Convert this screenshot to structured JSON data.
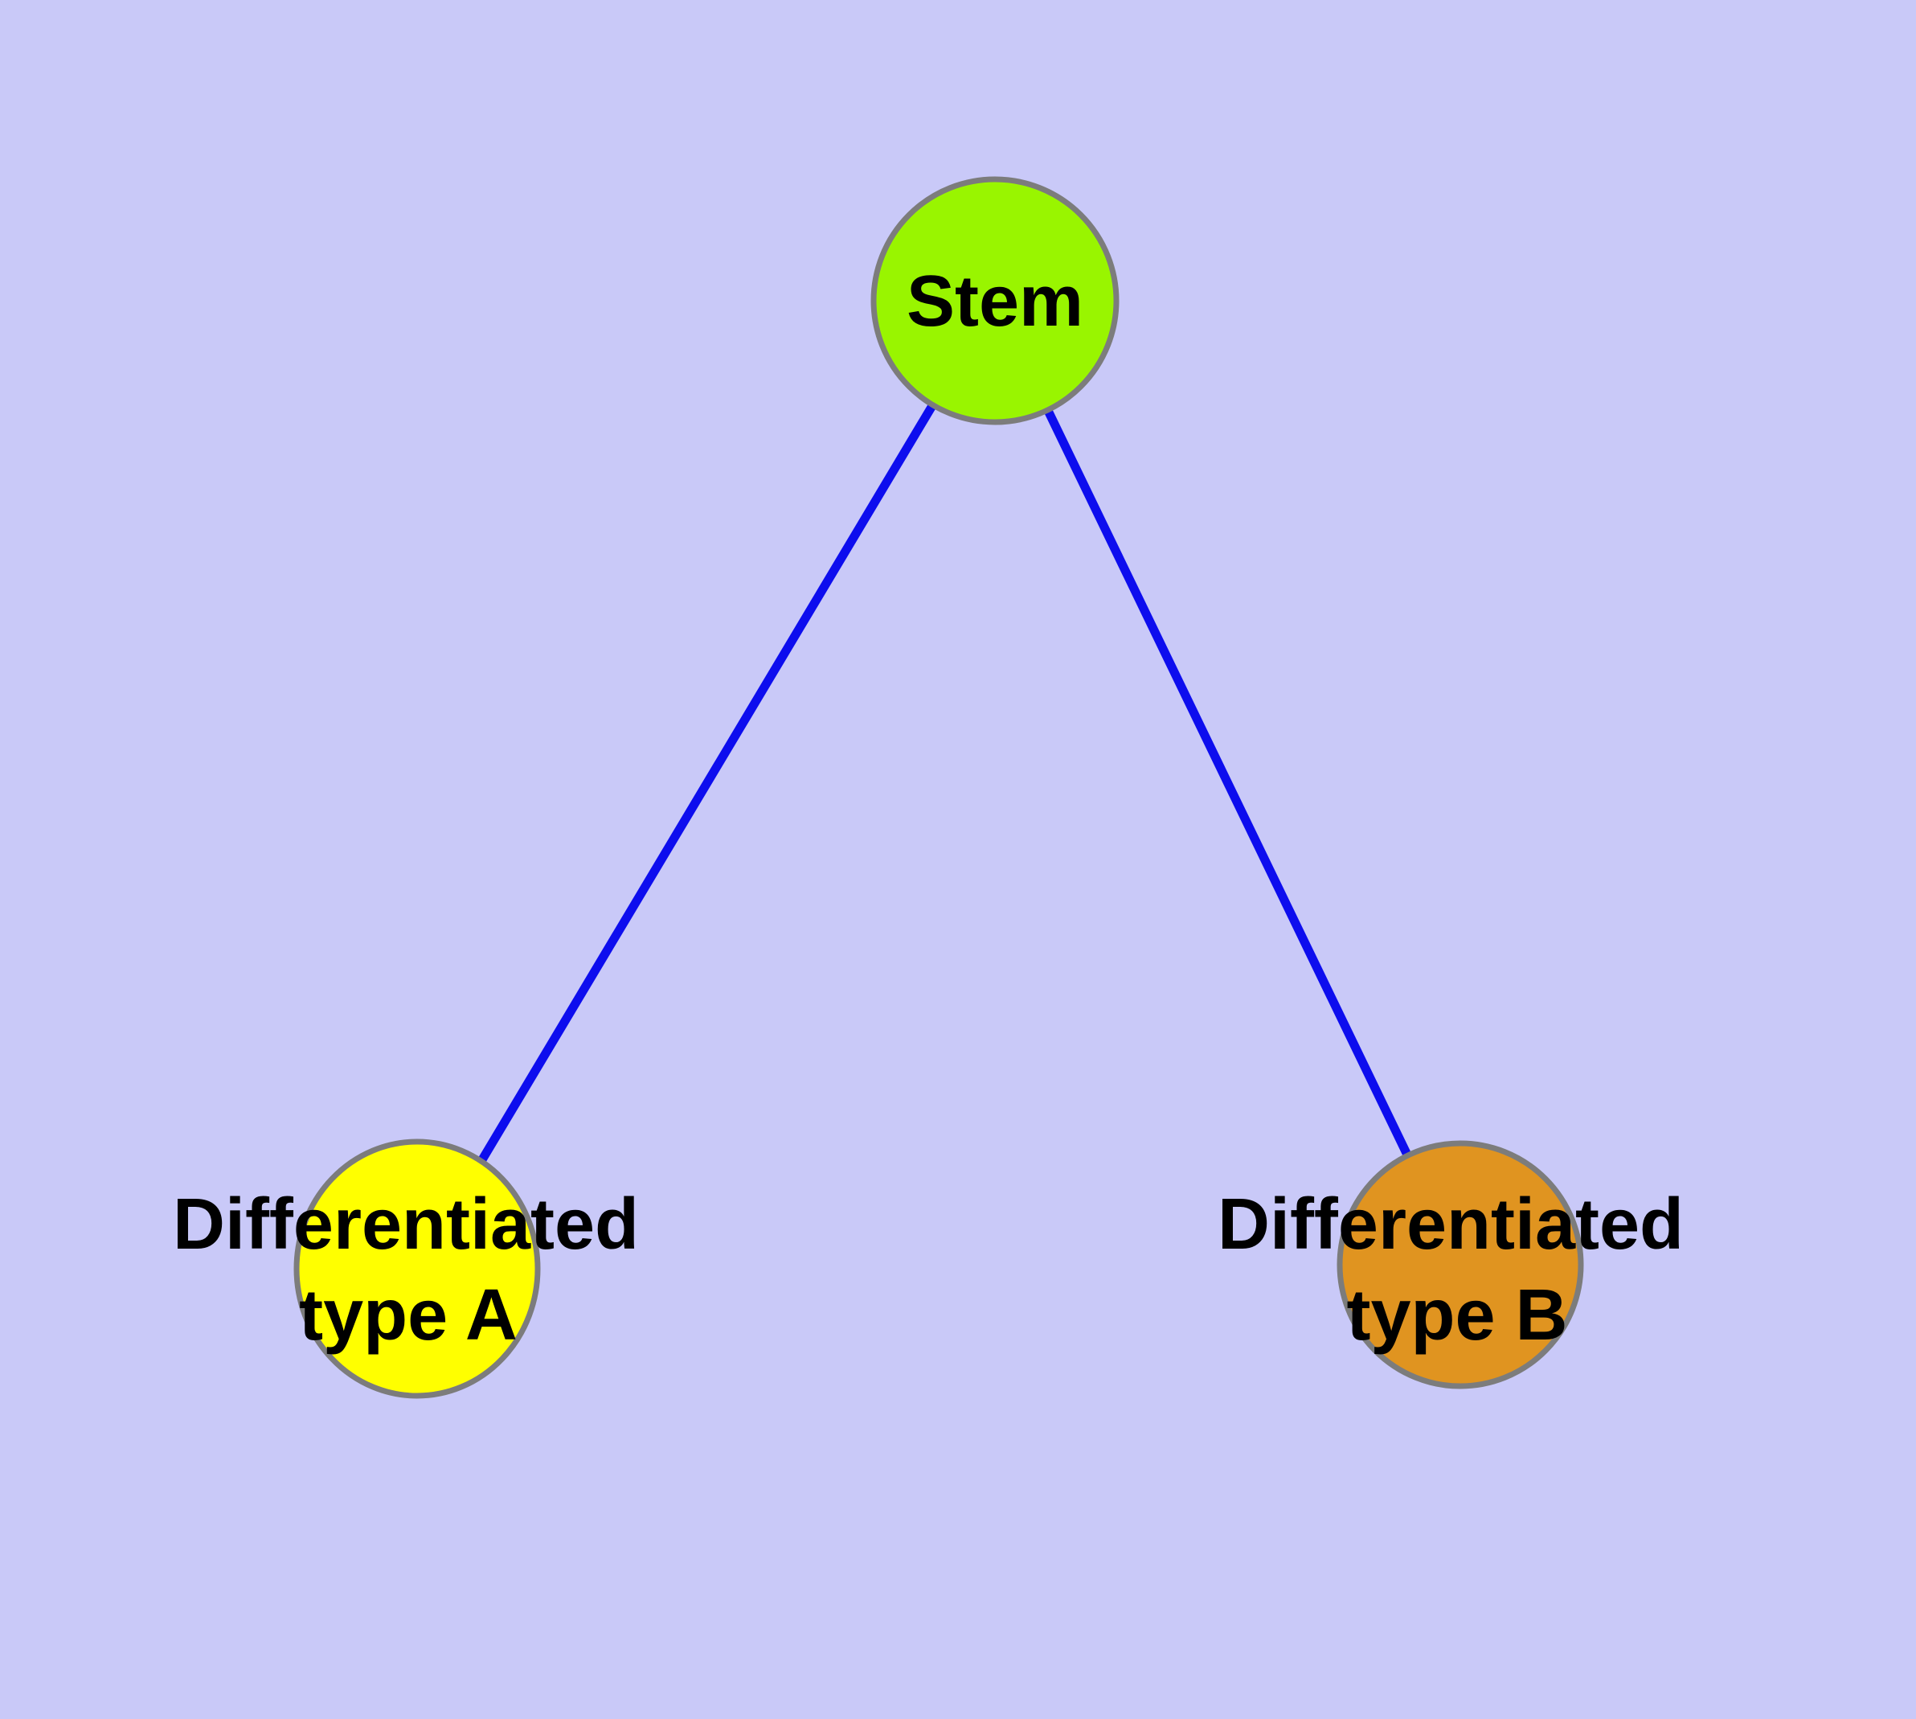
{
  "diagram": {
    "background_color": "#C9C9F8",
    "edge_color": "#0D0DEE",
    "node_border_color": "#7C7C7C",
    "text_color": "#000000",
    "nodes": [
      {
        "id": "stem",
        "label": "Stem",
        "label_line1": "Stem",
        "label_line2": "",
        "fill": "#99F500"
      },
      {
        "id": "differentiated-type-a",
        "label": "Differentiated type A",
        "label_line1": "Differentiated",
        "label_line2": "type A",
        "fill": "#FFFF00"
      },
      {
        "id": "differentiated-type-b",
        "label": "Differentiated type B",
        "label_line1": "Differentiated",
        "label_line2": "type B",
        "fill": "#E09420"
      }
    ],
    "edges": [
      {
        "from": "stem",
        "to": "differentiated-type-a"
      },
      {
        "from": "stem",
        "to": "differentiated-type-b"
      }
    ]
  }
}
